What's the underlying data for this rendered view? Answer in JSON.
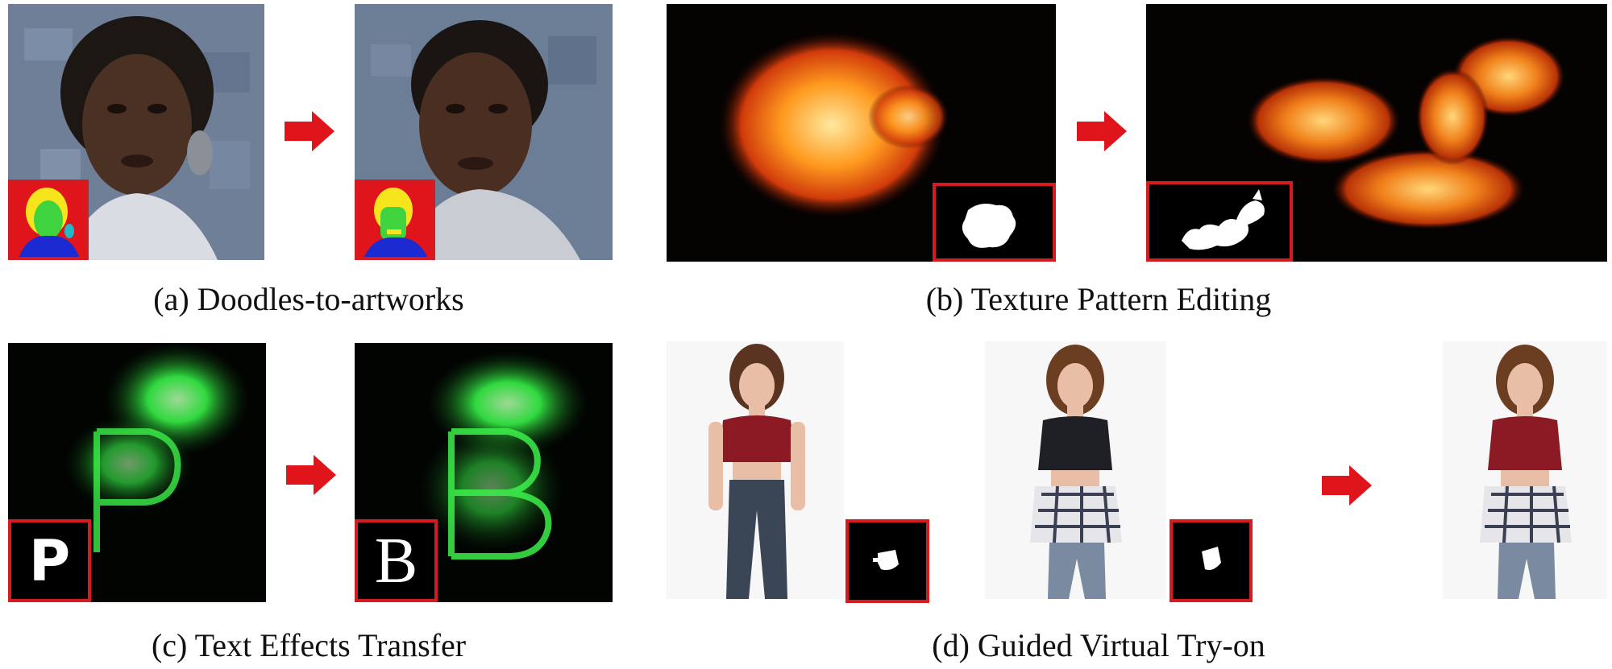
{
  "captions": {
    "a": "(a) Doodles-to-artworks",
    "b": "(b) Texture Pattern Editing",
    "c": "(c) Text Effects Transfer",
    "d": "(d) Guided Virtual Try-on"
  },
  "text_masks": {
    "source_letter": "P",
    "target_letter": "B"
  },
  "colors": {
    "arrow": "#e0141b",
    "mask_border": "#d71920",
    "flame_orange": "#ff8c1a",
    "glow_green": "#39ff4a",
    "top_red": "#8b1a24"
  },
  "icons": [
    "right-arrow-icon"
  ]
}
